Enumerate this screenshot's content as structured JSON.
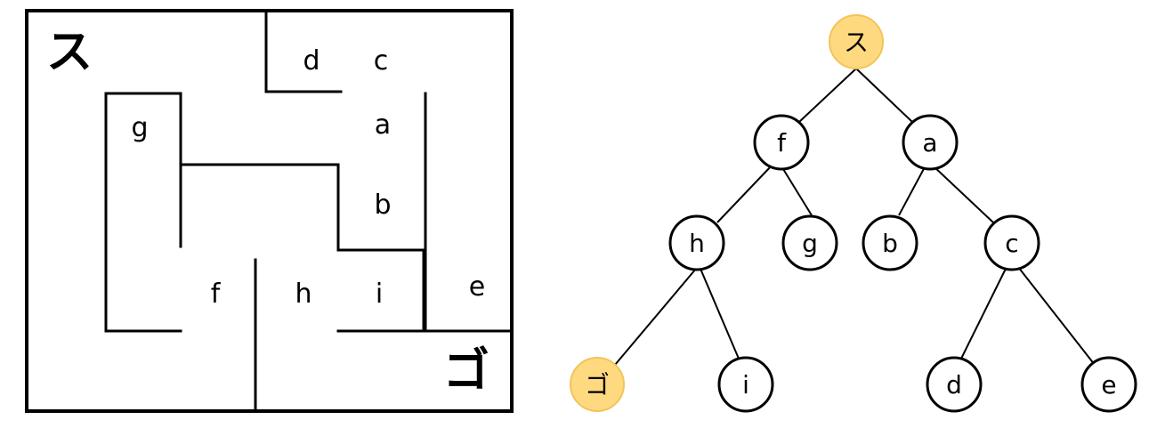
{
  "maze": {
    "start": "ス",
    "goal": "ゴ",
    "labels": {
      "d": "d",
      "c": "c",
      "g": "g",
      "a": "a",
      "b": "b",
      "f": "f",
      "h": "h",
      "i": "i",
      "e": "e"
    }
  },
  "tree": {
    "nodes": {
      "su": "ス",
      "f": "f",
      "a": "a",
      "h": "h",
      "g": "g",
      "b": "b",
      "c": "c",
      "go": "ゴ",
      "i": "i",
      "d": "d",
      "e": "e"
    },
    "highlight_color": "#ffd980"
  }
}
